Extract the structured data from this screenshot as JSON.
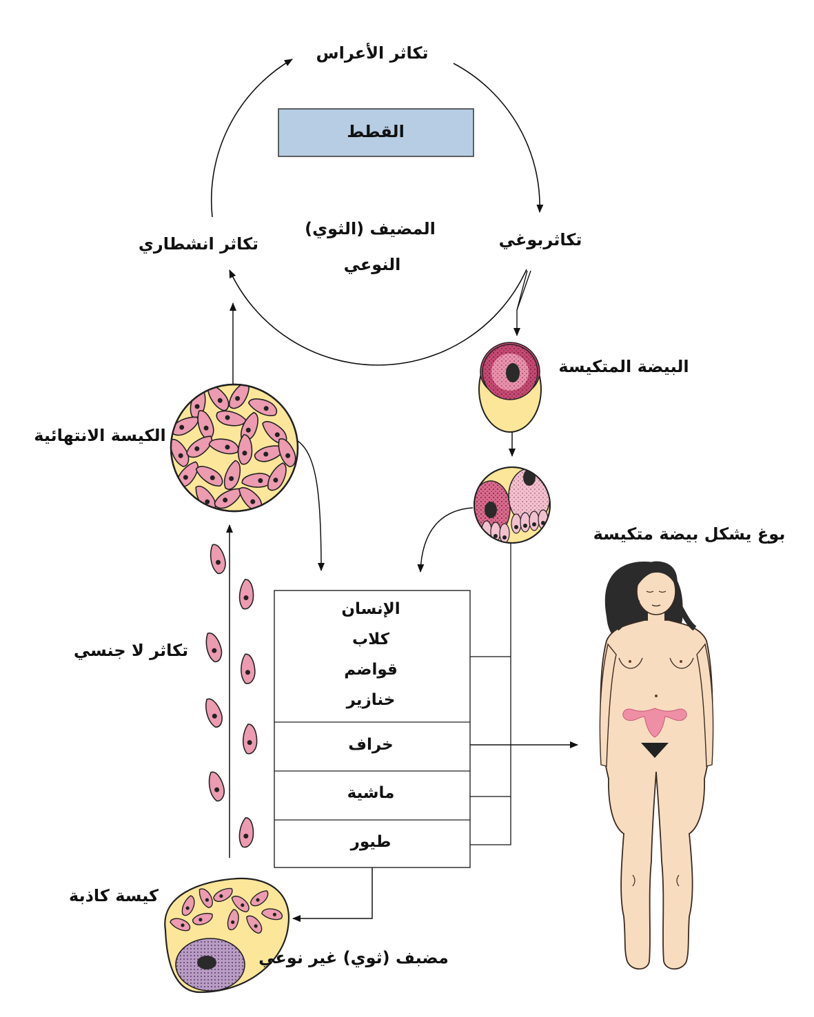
{
  "labels": {
    "cycle_top": "تكاثر الأعراس",
    "host_box": "القطط",
    "cycle_right": "تكاثربوغي",
    "cycle_left": "تكاثر انشطاري",
    "definitive_host_line1": "المضيف (الثوي)",
    "definitive_host_line2": "النوعي",
    "oocyst": "البيضة المتكيسة",
    "tissue_cyst": "الكيسة الانتهائية",
    "sporulated_oocyst": "بوغ يشكل بيضة متكيسة",
    "asexual_reproduction": "تكاثر لا جنسي",
    "pseudocyst": "كيسة كاذبة",
    "intermediate_host": "مضبف (ثوي) غير نوعي"
  },
  "intermediate_hosts": {
    "group1": [
      "الإنسان",
      "كلاب",
      "قواضم",
      "خنازير"
    ],
    "sheep": "خراف",
    "cattle": "ماشية",
    "birds": "طيور"
  },
  "colors": {
    "host_box_fill": "#b6cde3",
    "cyst_fill": "#fbe69a",
    "parasite_fill": "#ec9bb0",
    "nucleus": "#2a2a2a",
    "skin": "#f7dcc0",
    "uterus": "#ee8fa6",
    "host_cell": "#b99cc4"
  }
}
